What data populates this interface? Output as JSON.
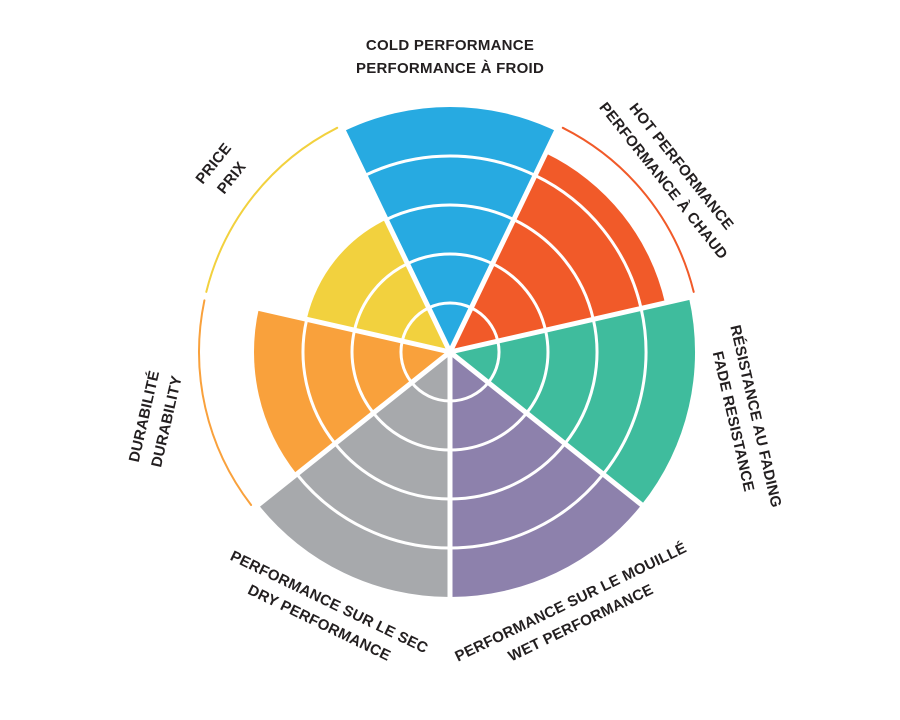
{
  "chart_data": {
    "type": "polar-sector",
    "description": "Seven-sector performance wheel; each sector is filled from the center proportionally to its rating, with white ring dividers at each level. Sectors rated below maximum show a thin colored arc at the maximum radius.",
    "levels": 5,
    "max_value": 5,
    "scale": {
      "min": 0,
      "max": 5,
      "rings": 5
    },
    "ring_divider_color": "#FFFFFF",
    "separator_color": "#FFFFFF",
    "background_color": "#FFFFFF",
    "label_color": "#231F20",
    "sector_order_clockwise_from_top": [
      "cold",
      "hot",
      "fade",
      "wet",
      "dry",
      "durability",
      "price"
    ],
    "categories": [
      {
        "id": "cold",
        "lines": [
          "COLD PERFORMANCE",
          "PERFORMANCE À FROID"
        ],
        "value": 5,
        "color": "#27AAE1"
      },
      {
        "id": "hot",
        "lines": [
          "HOT PERFORMANCE",
          "PERFORMANCE À CHAUD"
        ],
        "value": 4.5,
        "color": "#F15A29"
      },
      {
        "id": "fade",
        "lines": [
          "RÉSISTANCE AU FADING",
          "FADE RESISTANCE"
        ],
        "value": 5,
        "color": "#3FBC9D"
      },
      {
        "id": "wet",
        "lines": [
          "PERFORMANCE SUR LE MOUILLÉ",
          "WET PERFORMANCE"
        ],
        "value": 5,
        "color": "#8D81AC"
      },
      {
        "id": "dry",
        "lines": [
          "PERFORMANCE SUR LE SEC",
          "DRY PERFORMANCE"
        ],
        "value": 5,
        "color": "#A7A9AC"
      },
      {
        "id": "durability",
        "lines": [
          "DURABILITÉ",
          "DURABILITY"
        ],
        "value": 4,
        "color": "#F9A13C"
      },
      {
        "id": "price",
        "lines": [
          "PRICE",
          "PRIX"
        ],
        "value": 3,
        "color": "#F2D13E"
      }
    ]
  }
}
